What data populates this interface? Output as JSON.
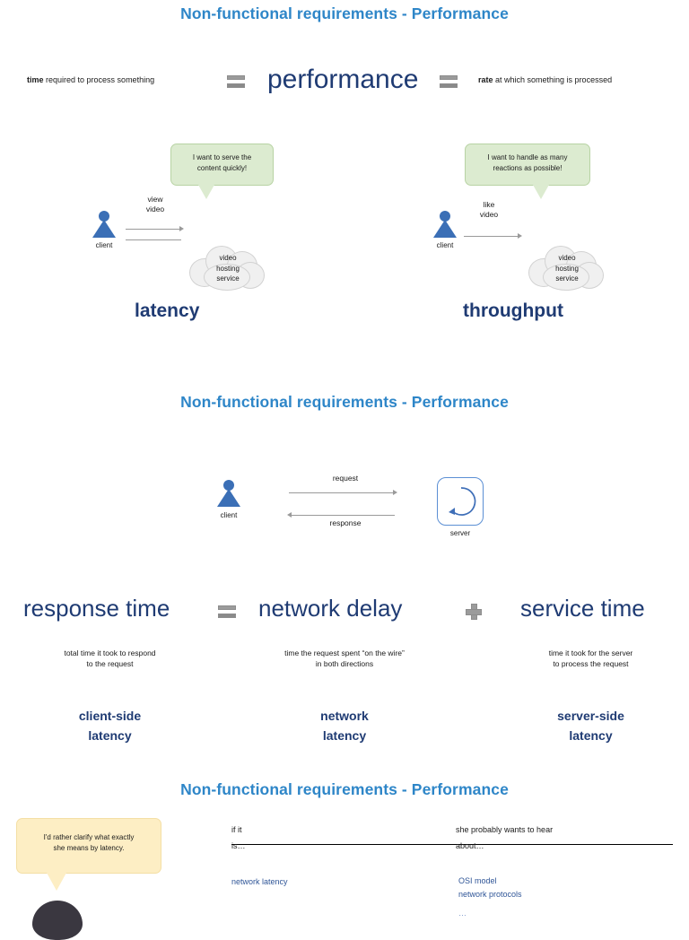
{
  "slide1": {
    "title": "Non-functional requirements - Performance",
    "equation": {
      "left_caption_bold": "time",
      "left_caption_rest": " required to process something",
      "operator_left": "equals-sign",
      "center_term": "performance",
      "operator_right": "equals-sign",
      "right_caption_bold": "rate",
      "right_caption_rest": " at which something is processed"
    },
    "left_diagram": {
      "client_label": "client",
      "edge_label_line1": "view",
      "edge_label_line2": "video",
      "cloud_line1": "video",
      "cloud_line2": "hosting",
      "cloud_line3": "service",
      "bubble_line1": "I want to serve the",
      "bubble_line2": "content quickly!",
      "term": "latency"
    },
    "right_diagram": {
      "client_label": "client",
      "edge_label_line1": "like",
      "edge_label_line2": "video",
      "cloud_line1": "video",
      "cloud_line2": "hosting",
      "cloud_line3": "service",
      "bubble_line1": "I want to handle as many",
      "bubble_line2": "reactions as possible!",
      "term": "throughput"
    }
  },
  "slide2": {
    "title": "Non-functional requirements - Performance",
    "diagram": {
      "client_label": "client",
      "request_label": "request",
      "response_label": "response",
      "server_label": "server"
    },
    "formula": {
      "term1": "response time",
      "operator1": "equals-sign",
      "term2": "network delay",
      "operator2": "plus-sign",
      "term3": "service time",
      "desc1_line1": "total time it took to respond",
      "desc1_line2": "to the request",
      "desc2_line1": "time the request spent “on the wire”",
      "desc2_line2": "in both directions",
      "desc3_line1": "time it took for the server",
      "desc3_line2": "to process the request",
      "sub1_line1": "client-side",
      "sub1_line2": "latency",
      "sub2_line1": "network",
      "sub2_line2": "latency",
      "sub3_line1": "server-side",
      "sub3_line2": "latency"
    }
  },
  "slide3": {
    "title": "Non-functional requirements - Performance",
    "bubble": {
      "line1": "I'd rather clarify what exactly",
      "line2": "she means by latency."
    },
    "table": {
      "col1_header_line1": "if it",
      "col1_header_line2": "is…",
      "col2_header_line1": "she probably wants to hear",
      "col2_header_line2": "about…",
      "col1_value": "network latency",
      "col2_value_line1": "OSI model",
      "col2_value_line2": "network protocols",
      "col2_value_line3": "…"
    }
  },
  "colors": {
    "title_blue": "#2E86C8",
    "navy": "#1F3B73",
    "client_blue": "#3b6fb6",
    "bubble_green": "#dcebd0",
    "bubble_yellow": "#fdeec4",
    "cloud_gray": "#f0f0f0",
    "table_blue": "#2f5597",
    "operator_gray": "#9b9b9b"
  }
}
